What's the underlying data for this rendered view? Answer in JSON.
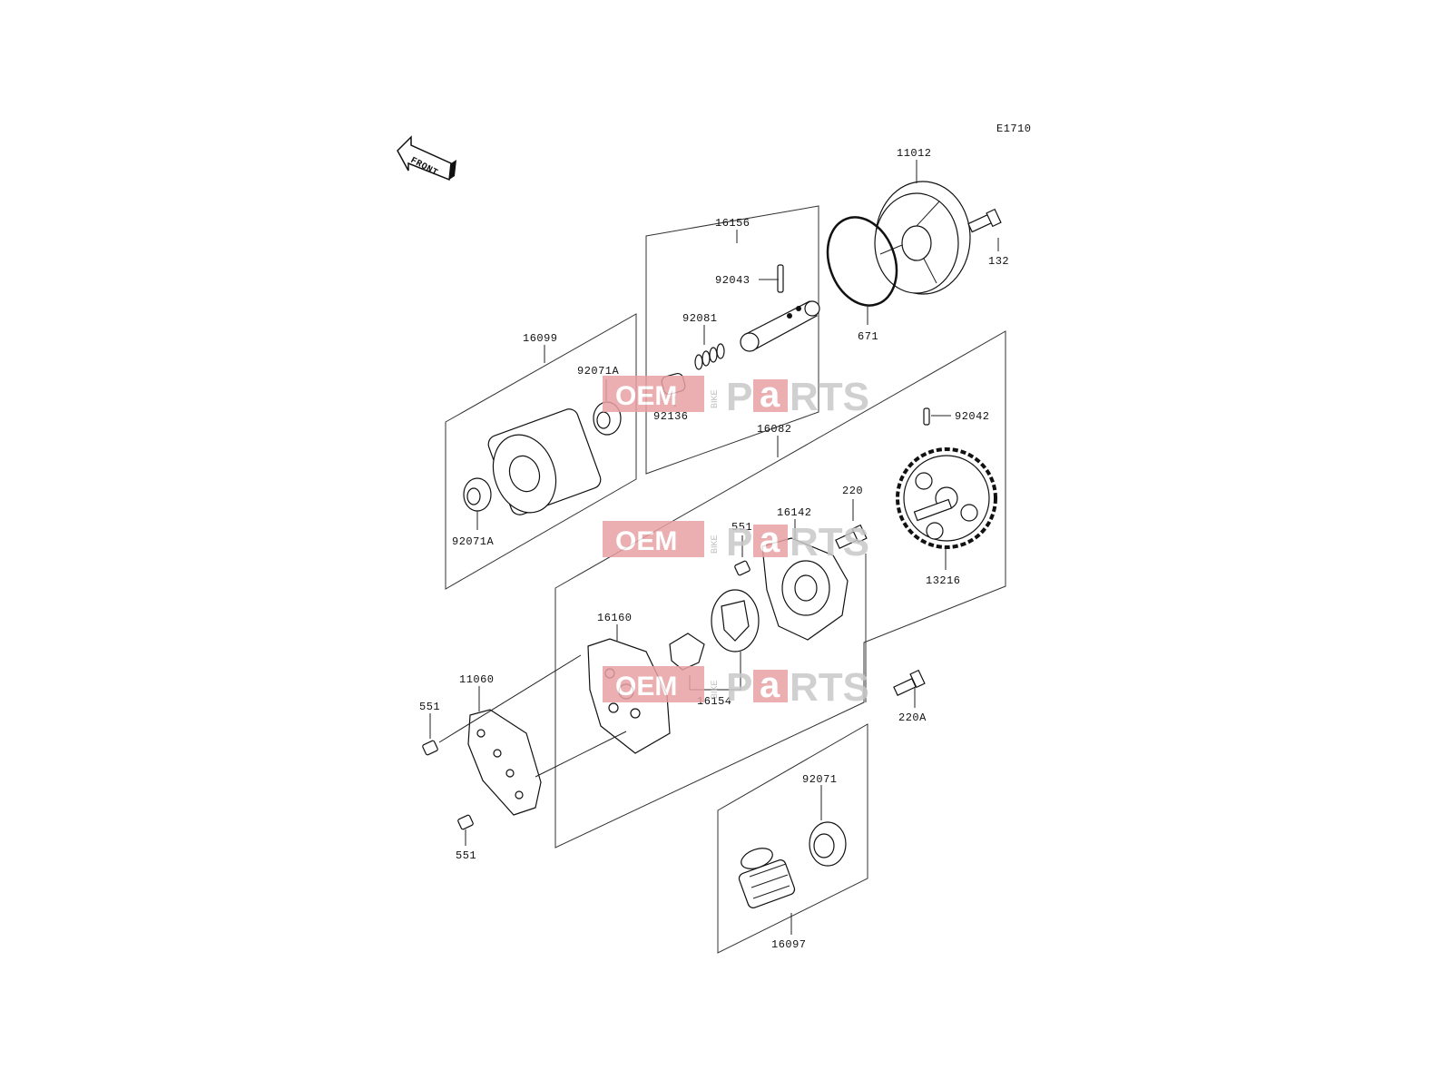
{
  "diagram": {
    "code": "E1710",
    "front_label": "FRONT",
    "parts": {
      "p11012": "11012",
      "p132": "132",
      "p671": "671",
      "p16156": "16156",
      "p92043": "92043",
      "p92081": "92081",
      "p92136": "92136",
      "p16099": "16099",
      "p92071A_top": "92071A",
      "p92071A_bottom": "92071A",
      "p16082": "16082",
      "p92042": "92042",
      "p220": "220",
      "p16142": "16142",
      "p551_mid": "551",
      "p13216": "13216",
      "p16160": "16160",
      "p11060": "11060",
      "p551_left": "551",
      "p551_bottom": "551",
      "p16154": "16154",
      "p220A": "220A",
      "p92071": "92071",
      "p16097": "16097"
    }
  },
  "watermark": {
    "box_text": "OEM",
    "side_text": "BIKE",
    "brand_p": "P",
    "brand_a": "a",
    "brand_rts": "RTS",
    "box_color": "#e8a0a4"
  }
}
